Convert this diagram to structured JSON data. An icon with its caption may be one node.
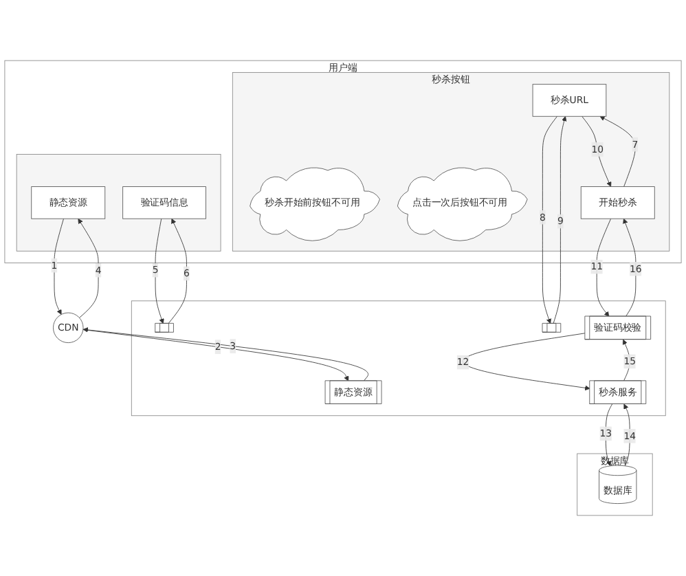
{
  "diagram": {
    "nodes": [
      {
        "text": [
          "用户端"
        ]
      },
      {
        "text": [],
        "shape": "box",
        "in": 0
      },
      {
        "text": [
          "静态资源"
        ],
        "in": 1
      },
      {
        "text": [
          "验证码信息"
        ],
        "in": 1
      },
      {
        "text": [
          "秒杀按钮"
        ],
        "in": 0
      },
      {
        "text": [
          "秒杀开始前按钮不可用"
        ],
        "in": 4
      },
      {
        "text": [
          "点击一次后按钮不可用"
        ],
        "in": 4
      },
      {
        "text": [
          "秒杀URL"
        ],
        "in": 4
      },
      {
        "text": [
          "开始秒杀"
        ],
        "in": 4
      },
      {
        "text": [
          "CDN"
        ]
      },
      {
        "text": [],
        "shape": "box"
      },
      {
        "text": [
          "静态资源"
        ],
        "in": 10
      },
      {
        "text": [],
        "shape": "box",
        "in": 10
      },
      {
        "text": [],
        "shape": "box",
        "in": 10
      },
      {
        "text": [
          "验证码校验"
        ],
        "in": 10
      },
      {
        "text": [
          "秒杀服务"
        ],
        "in": 10
      },
      {
        "text": [
          "数据库"
        ]
      },
      {
        "text": [
          "数据库"
        ],
        "in": 16
      }
    ],
    "edges": [
      {
        "from": 2,
        "to": 9,
        "arrow": "to",
        "label": "1"
      },
      {
        "from": 9,
        "to": 2,
        "arrow": "to",
        "label": "4"
      },
      {
        "from": 9,
        "to": 11,
        "arrow": "to",
        "label": "2"
      },
      {
        "from": 11,
        "to": 9,
        "arrow": "to",
        "label": "3"
      },
      {
        "from": 3,
        "to": 12,
        "arrow": "to",
        "label": "5"
      },
      {
        "from": 12,
        "to": 3,
        "arrow": "to",
        "label": "6"
      },
      {
        "from": 7,
        "to": 13,
        "arrow": "to",
        "label": "8"
      },
      {
        "from": 13,
        "to": 7,
        "arrow": "to",
        "label": "9"
      },
      {
        "from": 7,
        "to": 8,
        "arrow": "to",
        "label": "10"
      },
      {
        "from": 8,
        "to": 7,
        "arrow": "to",
        "label": "7"
      },
      {
        "from": 8,
        "to": 14,
        "arrow": "to",
        "label": "11"
      },
      {
        "from": 14,
        "to": 8,
        "arrow": "to",
        "label": "16"
      },
      {
        "from": 14,
        "to": 15,
        "arrow": "to",
        "label": "12"
      },
      {
        "from": 15,
        "to": 14,
        "arrow": "to",
        "label": "15"
      },
      {
        "from": 15,
        "to": 17,
        "arrow": "to",
        "label": "13"
      },
      {
        "from": 17,
        "to": 15,
        "arrow": "to",
        "label": "14"
      }
    ]
  }
}
